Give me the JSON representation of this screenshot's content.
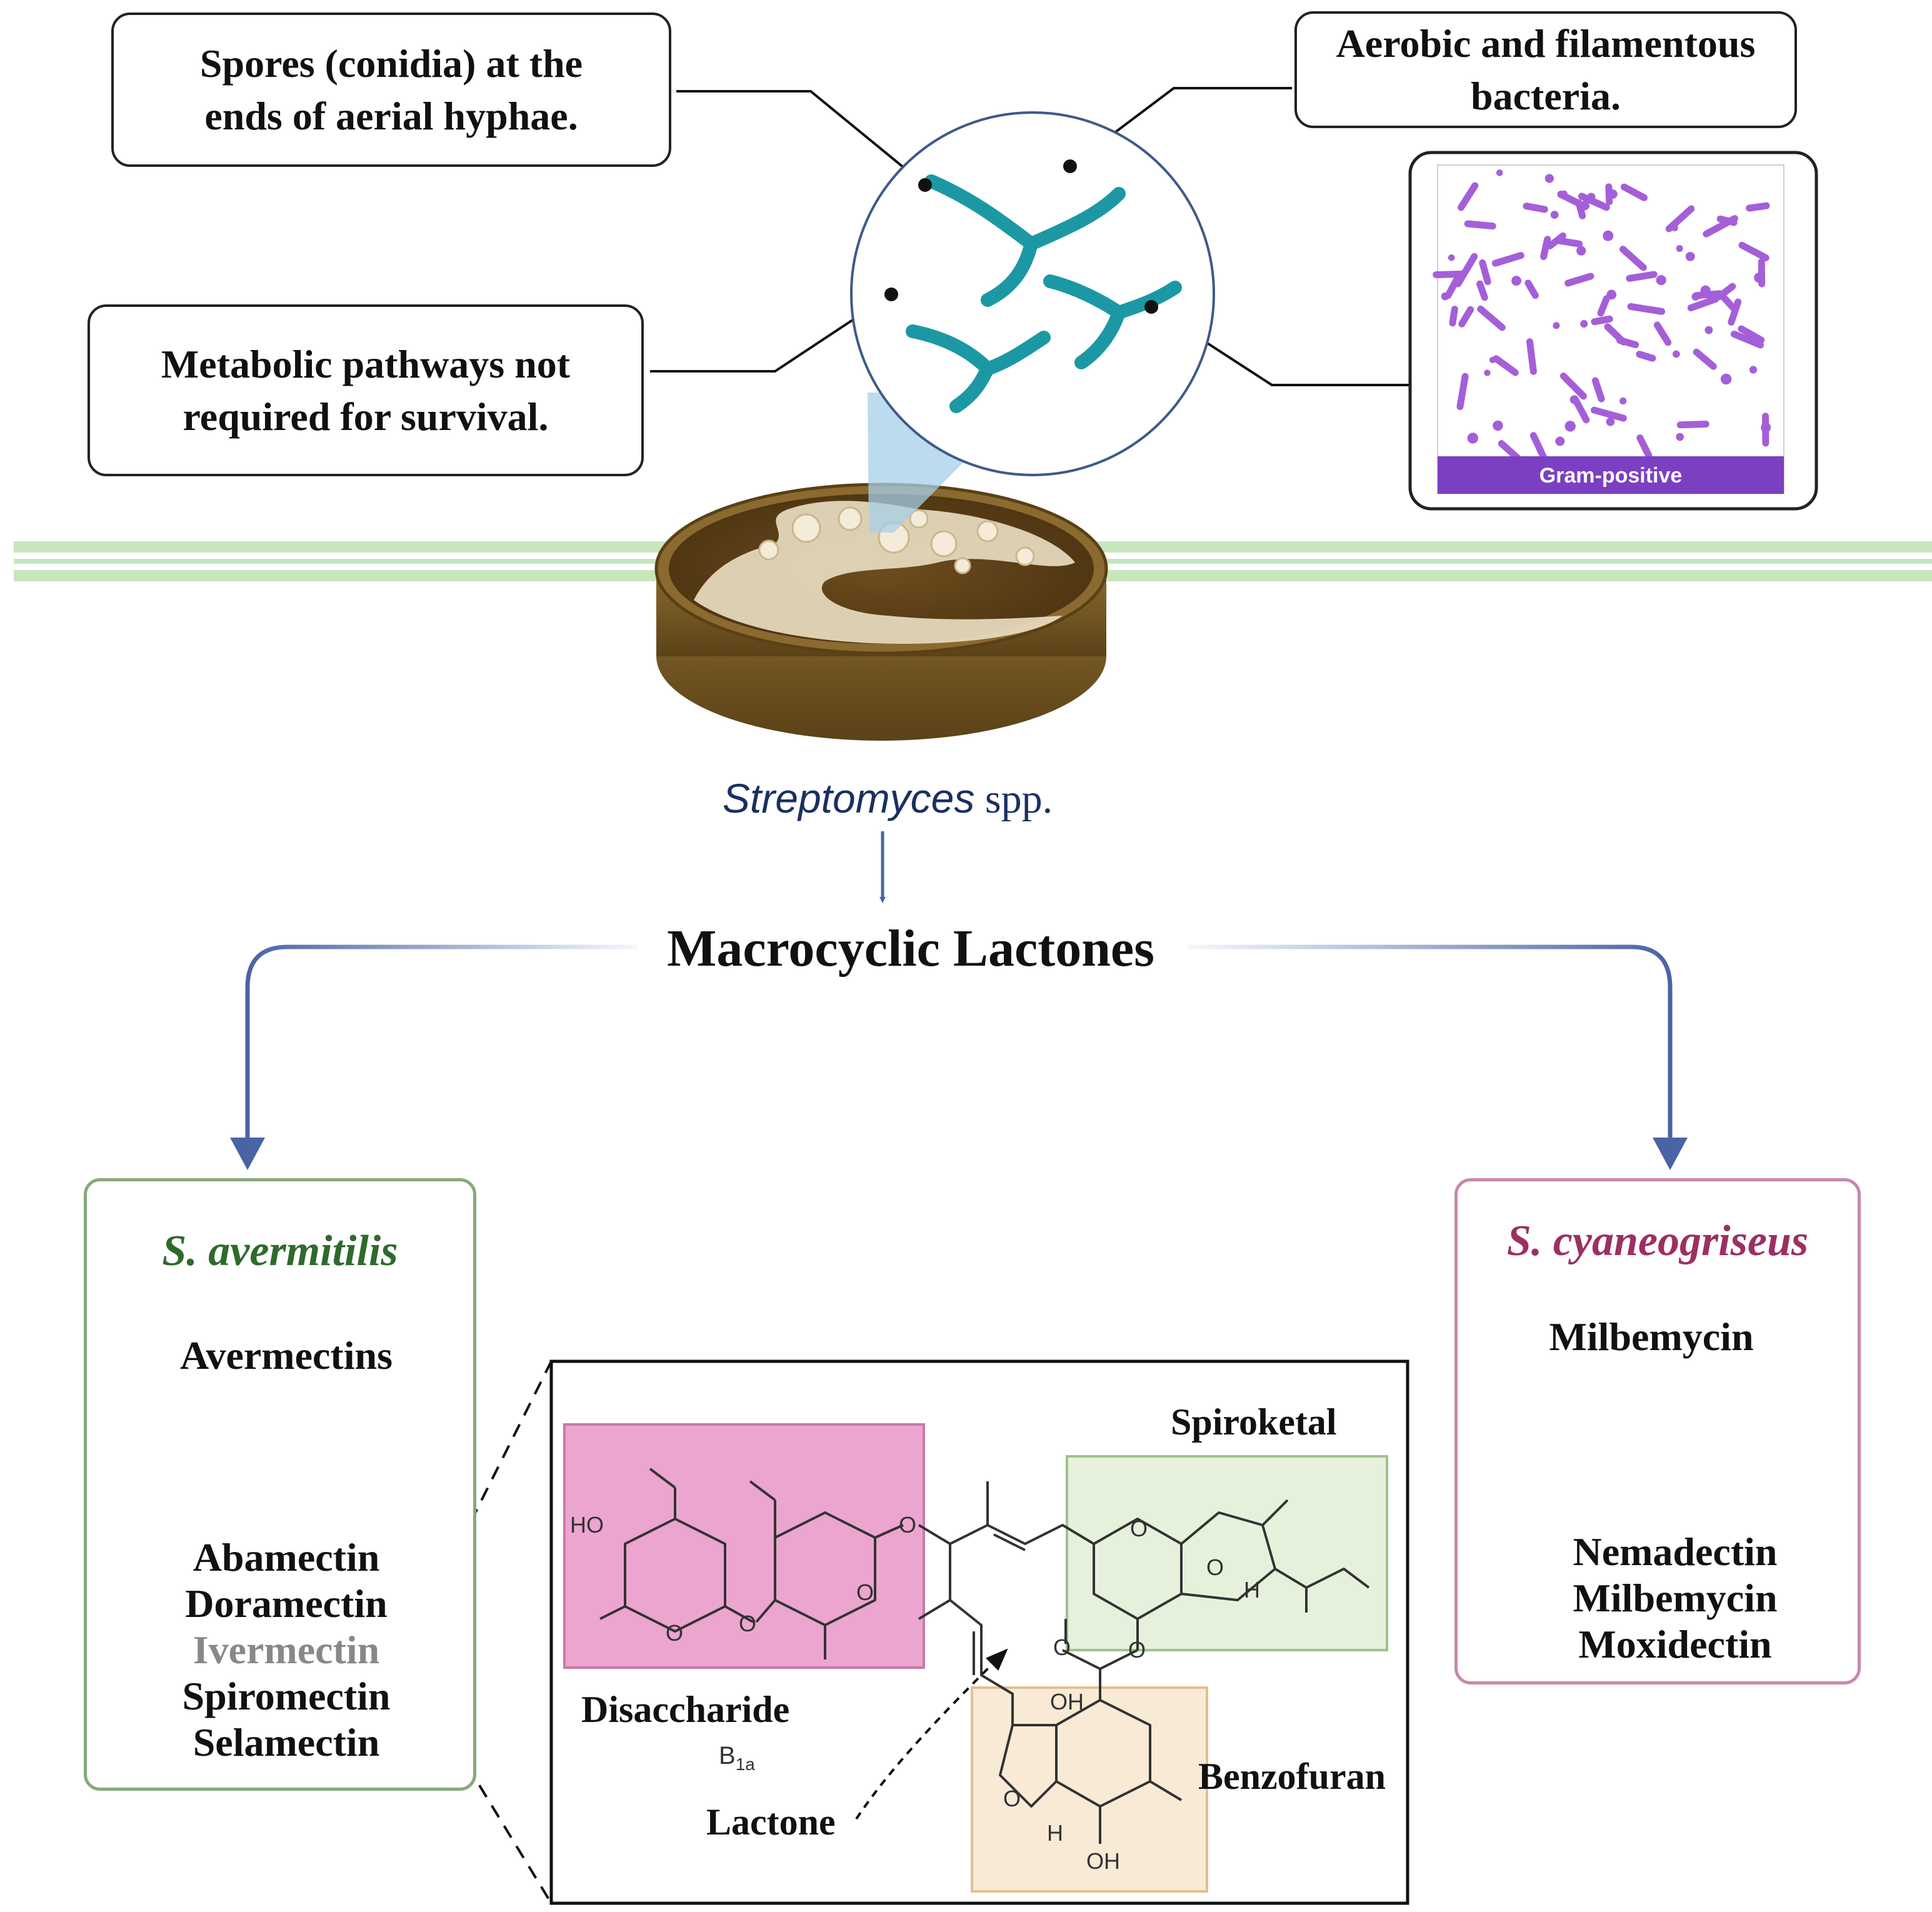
{
  "callouts": {
    "spores": [
      "Spores (conidia) at the",
      "ends of aerial hyphae."
    ],
    "aerobic": [
      "Aerobic and filamentous",
      "bacteria."
    ],
    "metabolic": [
      "Metabolic pathways not",
      "required for survival."
    ]
  },
  "gram_label": "Gram-positive",
  "organism": {
    "genus": "Streptomyces",
    "suffix": " spp."
  },
  "main_title": "Macrocyclic Lactones",
  "left_branch": {
    "species": "S. avermitilis",
    "parent": "Avermectins",
    "derivatives": [
      "Abamectin",
      "Doramectin",
      "Ivermectin",
      "Spiromectin",
      "Selamectin"
    ],
    "highlighted": "Ivermectin"
  },
  "right_branch": {
    "species": "S. cyaneogriseus",
    "parent": "Milbemycin",
    "derivatives": [
      "Nemadectin",
      "Milbemycin",
      "Moxidectin"
    ]
  },
  "structure": {
    "regions": {
      "disaccharide": "Disaccharide",
      "spiroketal": "Spiroketal",
      "benzofuran": "Benzofuran",
      "lactone": "Lactone"
    },
    "subscript": {
      "base": "B",
      "sub": "1a"
    },
    "atoms": {
      "ho": "HO",
      "o": "O",
      "h": "H",
      "oh": "OH"
    }
  },
  "colors": {
    "hyphae": "#1c98a5",
    "bacteria": "#a45fd8",
    "gram_bar": "#7b3fc2",
    "green_band": "#c7e6bd",
    "arrow_blue": "#4a63a6",
    "species_left": "#2e6b2a",
    "species_right": "#9c2f63",
    "panel_left_border": "#86a97a",
    "panel_right_border": "#c987a8",
    "disaccharide_fill": "#eca5cf",
    "spiroketal_fill": "#e6f1dc",
    "benzofuran_fill": "#f9ead6"
  }
}
